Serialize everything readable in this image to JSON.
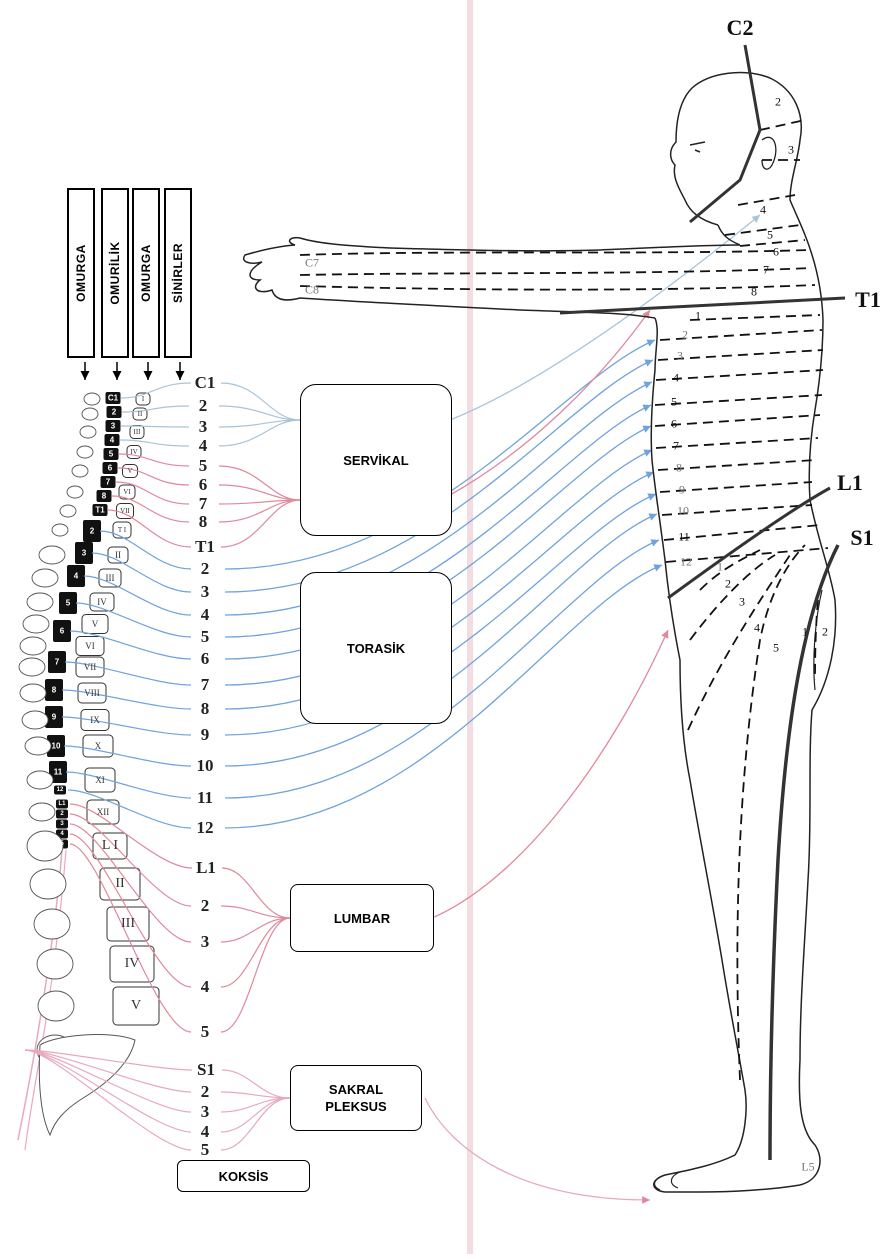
{
  "column_headers": [
    "OMURGA",
    "OMURİLİK",
    "OMURGA",
    "SİNİRLER"
  ],
  "regions": {
    "cervical": "SERVİKAL",
    "thoracic": "TORASİK",
    "lumbar": "LUMBAR",
    "sacral": "SAKRAL PLEKSUS",
    "coccyx": "KOKSİS"
  },
  "nerve_labels": [
    "C1",
    "2",
    "3",
    "4",
    "5",
    "6",
    "7",
    "8",
    "T1",
    "2",
    "3",
    "4",
    "5",
    "6",
    "7",
    "8",
    "9",
    "10",
    "11",
    "12",
    "L1",
    "2",
    "3",
    "4",
    "5",
    "S1",
    "2",
    "3",
    "4",
    "5"
  ],
  "cord_labels": [
    "C1",
    "2",
    "3",
    "4",
    "5",
    "6",
    "7",
    "8",
    "T1",
    "2",
    "3",
    "4",
    "5",
    "6",
    "7",
    "8",
    "9",
    "10",
    "11",
    "12",
    "L1",
    "2",
    "3",
    "4",
    "5"
  ],
  "vertebra_labels": [
    "I",
    "II",
    "III",
    "IV",
    "V",
    "VI",
    "VII",
    "T I",
    "II",
    "III",
    "IV",
    "V",
    "VI",
    "VII",
    "VIII",
    "IX",
    "X",
    "XI",
    "XII",
    "L I",
    "II",
    "III",
    "IV",
    "V"
  ],
  "body_labels": {
    "c2": "C2",
    "t1": "T1",
    "l1": "L1",
    "s1": "S1"
  },
  "dermatome_labels": {
    "head": [
      "2",
      "3",
      "4",
      "5",
      "6",
      "7",
      "8"
    ],
    "arm": [
      "C7",
      "C8"
    ],
    "trunk": [
      "1",
      "2",
      "3",
      "4",
      "5",
      "6",
      "7",
      "8",
      "9",
      "10",
      "11",
      "12"
    ],
    "leg_lumbar": [
      "1",
      "2",
      "3",
      "4",
      "5"
    ],
    "leg_sacral": [
      "1",
      "2"
    ],
    "foot": "L5"
  },
  "colors": {
    "cervical_upper": "#a9c4d8",
    "cervical_lower": "#e0899c",
    "thoracic": "#6fa3dd",
    "lumbar": "#e0899c",
    "sacral": "#e8a8bf"
  }
}
